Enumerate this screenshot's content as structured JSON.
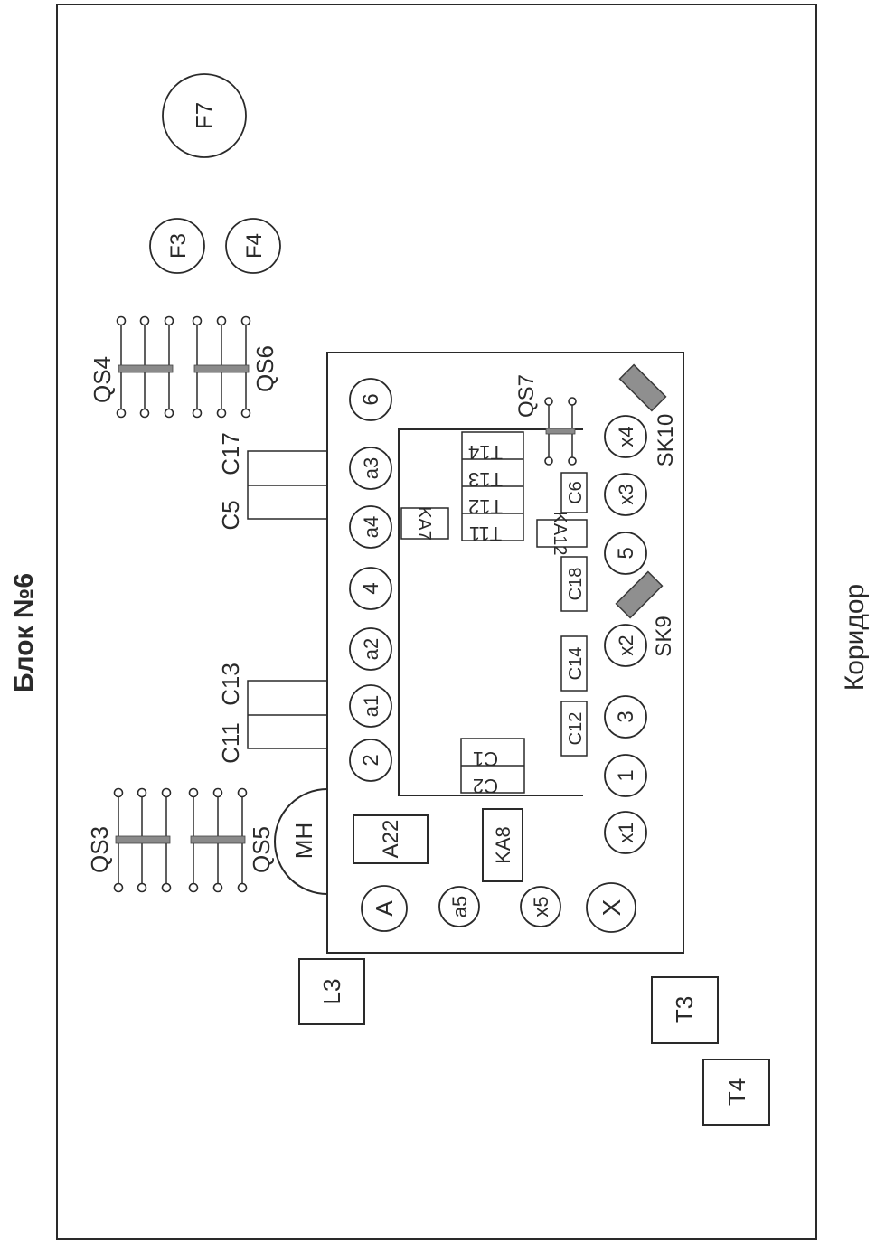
{
  "title": "Блок №6",
  "corridor": "Коридор",
  "labels": {
    "QS3": "QS3",
    "QS4": "QS4",
    "QS5": "QS5",
    "QS6": "QS6",
    "QS7": "QS7",
    "C5": "C5",
    "C17": "C17",
    "C11": "C11",
    "C13": "C13",
    "MH": "MH",
    "L3": "L3",
    "T3": "T3",
    "T4": "T4",
    "A22": "A22",
    "KA8": "KA8",
    "KA7": "KA7",
    "KA12": "KA12",
    "C1": "C1",
    "C2": "C2",
    "C6": "C6",
    "C12": "C12",
    "C14": "C14",
    "C18": "C18",
    "T11": "T11",
    "T12": "T12",
    "T13": "T13",
    "T14": "T14",
    "SK9": "SK9",
    "SK10": "SK10",
    "F3": "F3",
    "F4": "F4",
    "F7": "F7",
    "t6": "6",
    "a3": "a3",
    "a4": "a4",
    "t4": "4",
    "a2": "a2",
    "a1": "a1",
    "t2": "2",
    "A": "A",
    "a5": "a5",
    "x5": "x5",
    "X": "X",
    "x1": "x1",
    "t1": "1",
    "t3": "3",
    "x2": "x2",
    "t5": "5",
    "x3": "x3",
    "x4": "x4"
  }
}
